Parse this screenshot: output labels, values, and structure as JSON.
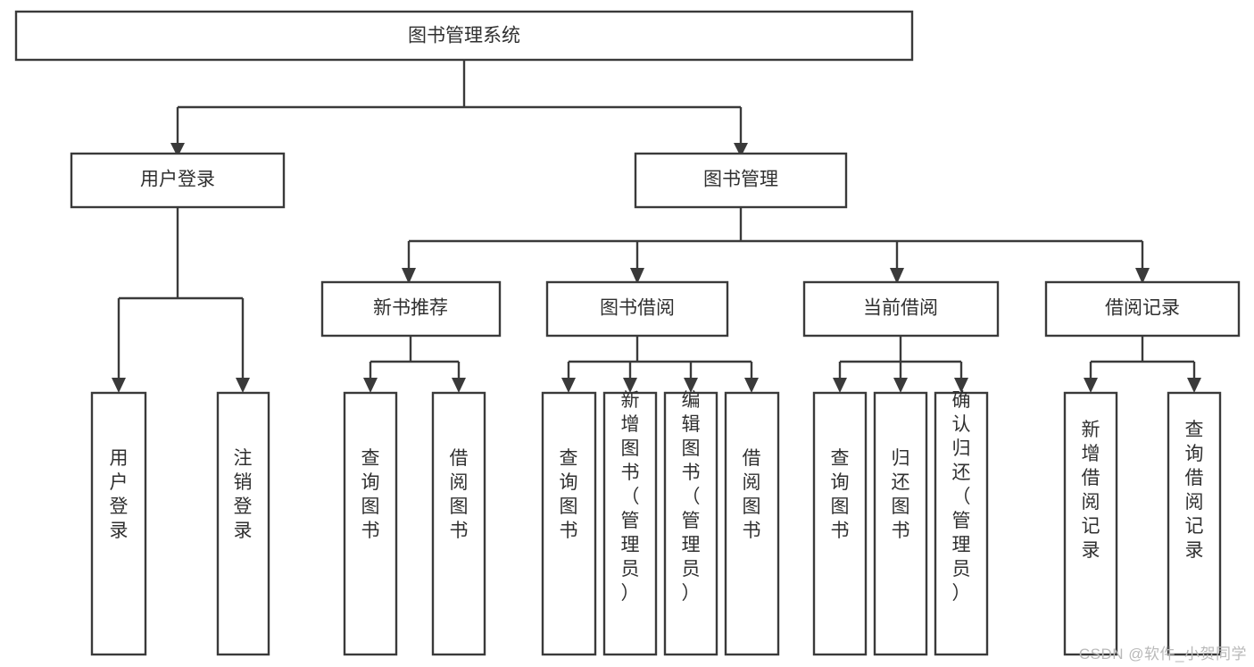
{
  "diagram": {
    "type": "tree-hierarchy-chart",
    "title_node": {
      "label": "图书管理系统"
    },
    "colors": {
      "box_fill": "#ffffff",
      "box_stroke": "#3a3a3a",
      "text": "#303030",
      "connector": "#3a3a3a",
      "watermark": "#b9b9b9"
    },
    "levels": [
      {
        "level": 1,
        "nodes": [
          {
            "id": "root",
            "label": "图书管理系统",
            "orientation": "horizontal"
          }
        ]
      },
      {
        "level": 2,
        "nodes": [
          {
            "id": "login",
            "label": "用户登录",
            "orientation": "horizontal",
            "parent": "root"
          },
          {
            "id": "bookmgmt",
            "label": "图书管理",
            "orientation": "horizontal",
            "parent": "root"
          }
        ]
      },
      {
        "level": 3,
        "nodes": [
          {
            "id": "newbook",
            "label": "新书推荐",
            "orientation": "horizontal",
            "parent": "bookmgmt"
          },
          {
            "id": "borrow",
            "label": "图书借阅",
            "orientation": "horizontal",
            "parent": "bookmgmt"
          },
          {
            "id": "current",
            "label": "当前借阅",
            "orientation": "horizontal",
            "parent": "bookmgmt"
          },
          {
            "id": "records",
            "label": "借阅记录",
            "orientation": "horizontal",
            "parent": "bookmgmt"
          }
        ]
      },
      {
        "level": 4,
        "nodes": [
          {
            "id": "leaf1",
            "label": "用户登录",
            "orientation": "vertical",
            "parent": "login"
          },
          {
            "id": "leaf2",
            "label": "注销登录",
            "orientation": "vertical",
            "parent": "login"
          },
          {
            "id": "leaf3",
            "label": "查询图书",
            "orientation": "vertical",
            "parent": "newbook"
          },
          {
            "id": "leaf4",
            "label": "借阅图书",
            "orientation": "vertical",
            "parent": "newbook"
          },
          {
            "id": "leaf5",
            "label": "查询图书",
            "orientation": "vertical",
            "parent": "borrow"
          },
          {
            "id": "leaf6",
            "label": "新增图书（管理员）",
            "orientation": "vertical",
            "parent": "borrow"
          },
          {
            "id": "leaf7",
            "label": "编辑图书（管理员）",
            "orientation": "vertical",
            "parent": "borrow"
          },
          {
            "id": "leaf8",
            "label": "借阅图书",
            "orientation": "vertical",
            "parent": "borrow"
          },
          {
            "id": "leaf9",
            "label": "查询图书",
            "orientation": "vertical",
            "parent": "current"
          },
          {
            "id": "leaf10",
            "label": "归还图书",
            "orientation": "vertical",
            "parent": "current"
          },
          {
            "id": "leaf11",
            "label": "确认归还（管理员）",
            "orientation": "vertical",
            "parent": "current"
          },
          {
            "id": "leaf12",
            "label": "新增借阅记录",
            "orientation": "vertical",
            "parent": "records"
          },
          {
            "id": "leaf13",
            "label": "查询借阅记录",
            "orientation": "vertical",
            "parent": "records"
          }
        ]
      }
    ]
  },
  "watermark": {
    "text": "CSDN @软件_小贺同学"
  }
}
